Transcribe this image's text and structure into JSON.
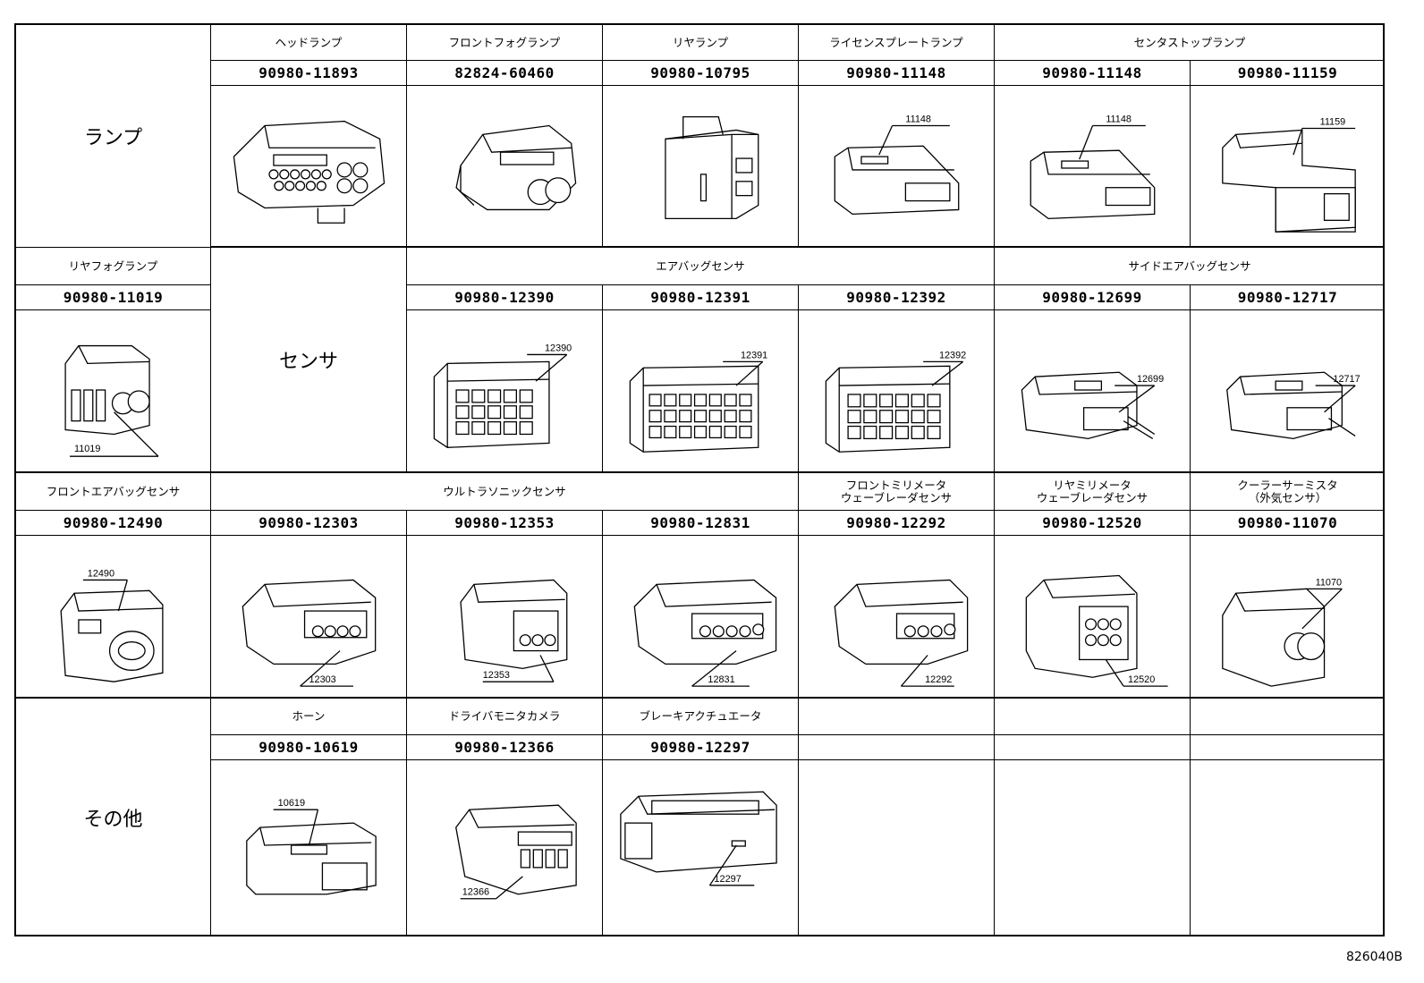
{
  "categories": {
    "lamp": "ランプ",
    "sensor": "センサ",
    "other": "その他"
  },
  "labels": {
    "headlamp": "ヘッドランプ",
    "front_fog": "フロントフォグランプ",
    "rear_lamp": "リヤランプ",
    "license_plate": "ライセンスプレートランプ",
    "center_stop": "センタストップランプ",
    "rear_fog": "リヤフォグランプ",
    "airbag_sensor": "エアバッグセンサ",
    "side_airbag_sensor": "サイドエアバッグセンサ",
    "front_airbag_sensor": "フロントエアバッグセンサ",
    "ultrasonic_sensor": "ウルトラソニックセンサ",
    "front_mmwave": "フロントミリメータ\nウェーブレーダセンサ",
    "rear_mmwave": "リヤミリメータ\nウェーブレーダセンサ",
    "cooler_thermistor": "クーラーサーミスタ\n（外気センサ）",
    "horn": "ホーン",
    "driver_monitor": "ドライバモニタカメラ",
    "brake_actuator": "ブレーキアクチュエータ"
  },
  "part_numbers": {
    "p11893": "90980-11893",
    "p60460": "82824-60460",
    "p10795": "90980-10795",
    "p11148a": "90980-11148",
    "p11148b": "90980-11148",
    "p11159": "90980-11159",
    "p11019": "90980-11019",
    "p12390": "90980-12390",
    "p12391": "90980-12391",
    "p12392": "90980-12392",
    "p12699": "90980-12699",
    "p12717": "90980-12717",
    "p12490": "90980-12490",
    "p12303": "90980-12303",
    "p12353": "90980-12353",
    "p12831": "90980-12831",
    "p12292": "90980-12292",
    "p12520": "90980-12520",
    "p11070": "90980-11070",
    "p10619": "90980-10619",
    "p12366": "90980-12366",
    "p12297": "90980-12297"
  },
  "callouts": {
    "c11148a": "11148",
    "c11148b": "11148",
    "c11159": "11159",
    "c11019": "11019",
    "c12390": "12390",
    "c12391": "12391",
    "c12392": "12392",
    "c12699": "12699",
    "c12717": "12717",
    "c12490": "12490",
    "c12303": "12303",
    "c12353": "12353",
    "c12831": "12831",
    "c12292": "12292",
    "c12520": "12520",
    "c11070": "11070",
    "c10619": "10619",
    "c12366": "12366",
    "c12297": "12297"
  },
  "figure_code": "826040B"
}
